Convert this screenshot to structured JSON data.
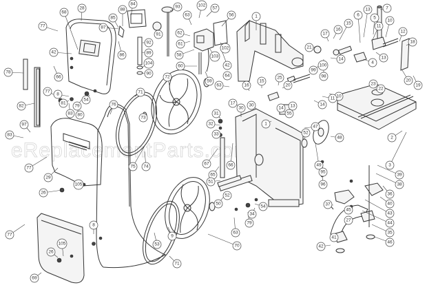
{
  "watermark": "eReplacementParts.com",
  "callouts": [
    {
      "label": "77"
    },
    {
      "label": "68"
    },
    {
      "label": "28"
    },
    {
      "label": "87"
    },
    {
      "label": "85"
    },
    {
      "label": "88"
    },
    {
      "label": "84"
    },
    {
      "label": "42"
    },
    {
      "label": "86"
    },
    {
      "label": "78"
    },
    {
      "label": "66"
    },
    {
      "label": "92"
    },
    {
      "label": "91"
    },
    {
      "label": "89"
    },
    {
      "label": "104"
    },
    {
      "label": "90"
    },
    {
      "label": "93"
    },
    {
      "label": "63"
    },
    {
      "label": "102"
    },
    {
      "label": "57"
    },
    {
      "label": "56"
    },
    {
      "label": "62"
    },
    {
      "label": "61"
    },
    {
      "label": "58"
    },
    {
      "label": "103"
    },
    {
      "label": "102"
    },
    {
      "label": "42"
    },
    {
      "label": "60"
    },
    {
      "label": "59"
    },
    {
      "label": "64"
    },
    {
      "label": "63"
    },
    {
      "label": "1"
    },
    {
      "label": "21"
    },
    {
      "label": "17"
    },
    {
      "label": "16"
    },
    {
      "label": "15"
    },
    {
      "label": "6"
    },
    {
      "label": "13"
    },
    {
      "label": "5"
    },
    {
      "label": "7"
    },
    {
      "label": "11"
    },
    {
      "label": "10"
    },
    {
      "label": "12"
    },
    {
      "label": "18"
    },
    {
      "label": "100"
    },
    {
      "label": "99"
    },
    {
      "label": "98"
    },
    {
      "label": "14"
    },
    {
      "label": "4"
    },
    {
      "label": "13"
    },
    {
      "label": "20"
    },
    {
      "label": "19"
    },
    {
      "label": "71"
    },
    {
      "label": "72"
    },
    {
      "label": "77"
    },
    {
      "label": "8"
    },
    {
      "label": "81"
    },
    {
      "label": "54"
    },
    {
      "label": "79"
    },
    {
      "label": "83"
    },
    {
      "label": "80"
    },
    {
      "label": "82"
    },
    {
      "label": "76"
    },
    {
      "label": "73"
    },
    {
      "label": "74"
    },
    {
      "label": "75"
    },
    {
      "label": "97"
    },
    {
      "label": "83"
    },
    {
      "label": "77"
    },
    {
      "label": "29"
    },
    {
      "label": "105"
    },
    {
      "label": "26"
    },
    {
      "label": "31"
    },
    {
      "label": "32"
    },
    {
      "label": "33"
    },
    {
      "label": "30"
    },
    {
      "label": "67"
    },
    {
      "label": "65"
    },
    {
      "label": "66"
    },
    {
      "label": "17"
    },
    {
      "label": "16"
    },
    {
      "label": "15"
    },
    {
      "label": "25"
    },
    {
      "label": "20"
    },
    {
      "label": "23"
    },
    {
      "label": "22"
    },
    {
      "label": "10"
    },
    {
      "label": "11"
    },
    {
      "label": "14"
    },
    {
      "label": "13"
    },
    {
      "label": "55"
    },
    {
      "label": "14"
    },
    {
      "label": "1"
    },
    {
      "label": "30"
    },
    {
      "label": "52"
    },
    {
      "label": "49"
    },
    {
      "label": "47"
    },
    {
      "label": "48"
    },
    {
      "label": "2"
    },
    {
      "label": "3"
    },
    {
      "label": "95"
    },
    {
      "label": "96"
    },
    {
      "label": "39"
    },
    {
      "label": "38"
    },
    {
      "label": "36"
    },
    {
      "label": "40"
    },
    {
      "label": "37"
    },
    {
      "label": "43"
    },
    {
      "label": "44"
    },
    {
      "label": "45"
    },
    {
      "label": "27"
    },
    {
      "label": "35"
    },
    {
      "label": "41"
    },
    {
      "label": "42"
    },
    {
      "label": "46"
    },
    {
      "label": "51"
    },
    {
      "label": "50"
    },
    {
      "label": "52"
    },
    {
      "label": "34"
    },
    {
      "label": "54"
    },
    {
      "label": "79"
    },
    {
      "label": "63"
    },
    {
      "label": "70"
    },
    {
      "label": "9"
    },
    {
      "label": "53"
    },
    {
      "label": "71"
    },
    {
      "label": "77"
    },
    {
      "label": "8"
    },
    {
      "label": "105"
    },
    {
      "label": "26"
    },
    {
      "label": "69"
    }
  ]
}
